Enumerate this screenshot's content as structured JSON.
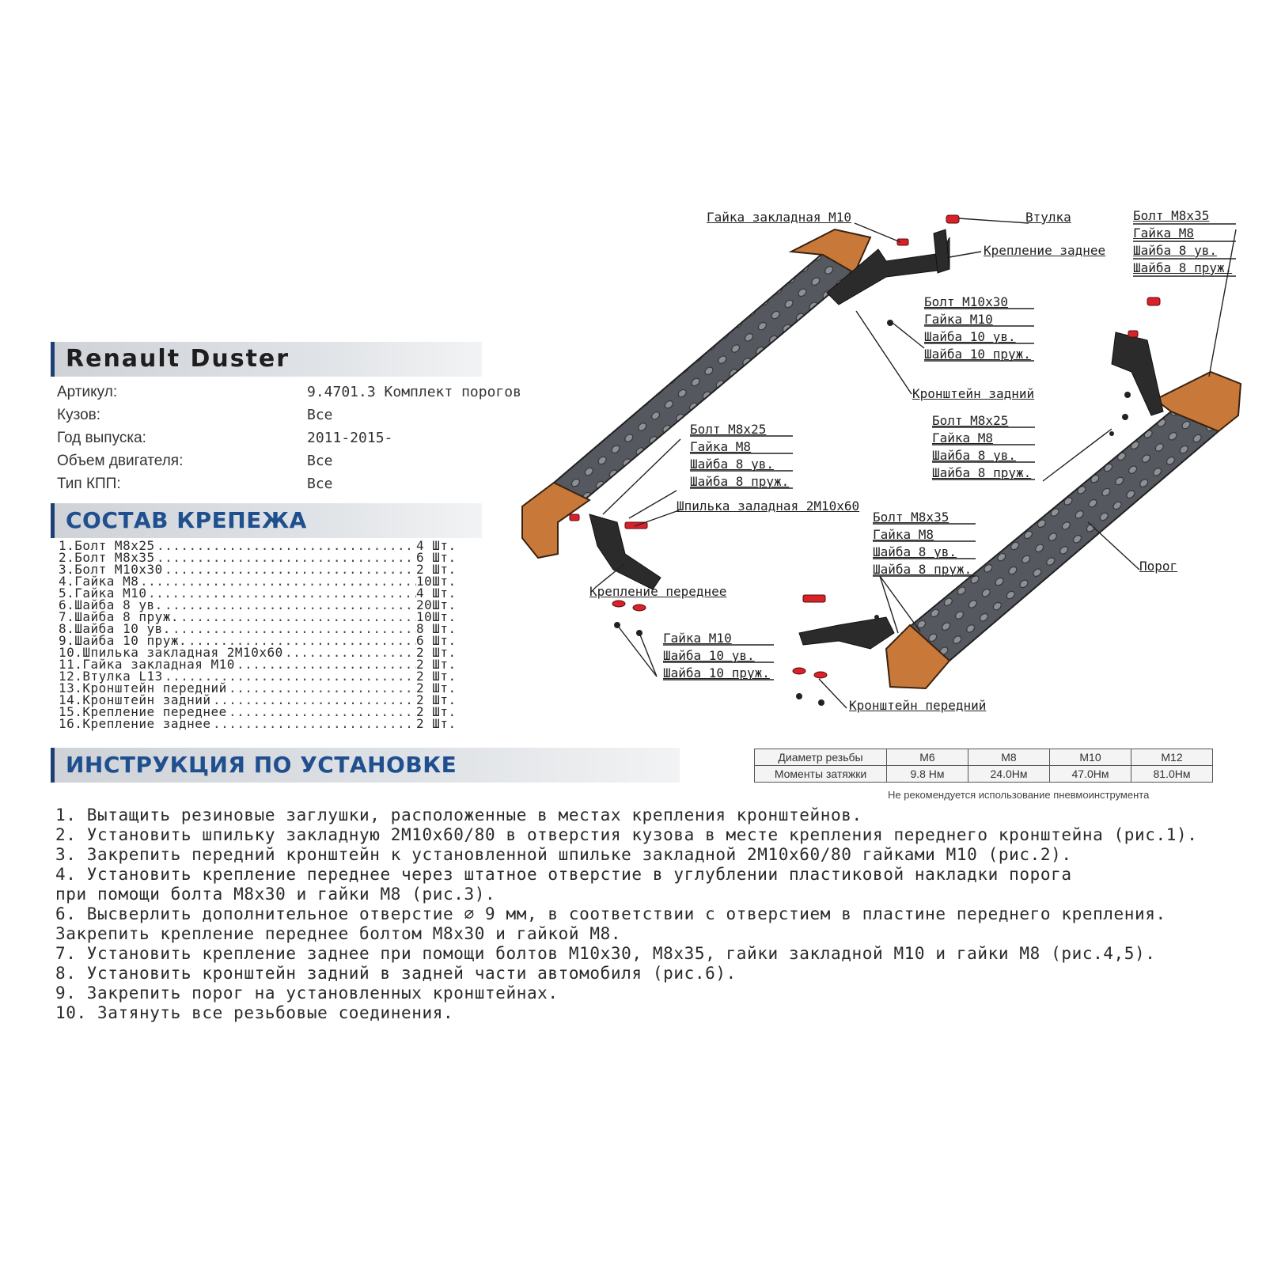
{
  "model": "Renault Duster",
  "specs": [
    {
      "label": "Артикул:",
      "value": "9.4701.3 Комплект порогов"
    },
    {
      "label": "Кузов:",
      "value": "Все"
    },
    {
      "label": "Год выпуска:",
      "value": "2011-2015-"
    },
    {
      "label": "Объем двигателя:",
      "value": "Все"
    },
    {
      "label": "Тип КПП:",
      "value": "Все"
    }
  ],
  "fasteners": {
    "title": "СОСТАВ КРЕПЕЖА",
    "items": [
      {
        "name": "1.Болт М8х25",
        "qty": "4  Шт."
      },
      {
        "name": "2.Болт М8х35",
        "qty": "6  Шт."
      },
      {
        "name": "3.Болт М10х30",
        "qty": "2  Шт."
      },
      {
        "name": "4.Гайка М8",
        "qty": "10Шт."
      },
      {
        "name": "5.Гайка М10",
        "qty": "4  Шт."
      },
      {
        "name": "6.Шайба 8 ув.",
        "qty": "20Шт."
      },
      {
        "name": "7.Шайба 8 пруж.",
        "qty": "10Шт."
      },
      {
        "name": "8.Шайба 10 ув.",
        "qty": "8  Шт."
      },
      {
        "name": "9.Шайба 10 пруж.",
        "qty": "6  Шт."
      },
      {
        "name": "10.Шпилька закладная 2М10х60",
        "qty": "2  Шт."
      },
      {
        "name": "11.Гайка закладная М10",
        "qty": "2  Шт."
      },
      {
        "name": "12.Втулка L13",
        "qty": "2  Шт."
      },
      {
        "name": "13.Кронштейн передний",
        "qty": "2  Шт."
      },
      {
        "name": "14.Кронштейн задний",
        "qty": "2  Шт."
      },
      {
        "name": "15.Крепление переднее",
        "qty": "2  Шт."
      },
      {
        "name": "16.Крепление заднее",
        "qty": "2  Шт."
      }
    ]
  },
  "instructions": {
    "title": "ИНСТРУКЦИЯ ПО УСТАНОВКЕ",
    "steps": [
      "1. Вытащить резиновые заглушки, расположенные в местах крепления кронштейнов.",
      "2. Установить шпильку закладную 2М10х60/80 в отверстия кузова в месте крепления  переднего кронштейна (рис.1).",
      "3. Закрепить передний кронштейн к установленной шпильке закладной 2М10х60/80 гайками М10 (рис.2).",
      "4. Установить крепление переднее через штатное отверстие в углублении пластиковой накладки порога",
      "при помощи болта М8х30 и гайки М8 (рис.3).",
      "6. Высверлить дополнительное отверстие  ∅ 9 мм, в соответствии с отверстием в пластине переднего крепления.",
      "Закрепить крепление переднее болтом М8х30 и гайкой М8.",
      "7. Установить крепление заднее при помощи болтов М10х30, М8х35, гайки закладной М10 и гайки М8 (рис.4,5).",
      "8. Установить кронштейн задний в задней части автомобиля (рис.6).",
      "9. Закрепить порог на установленных кронштейнах.",
      "10. Затянуть все резьбовые соединения."
    ]
  },
  "torque": {
    "row1_label": "Диаметр резьбы",
    "row2_label": "Моменты затяжки",
    "sizes": [
      "М6",
      "М8",
      "М10",
      "М12"
    ],
    "values": [
      "9.8 Нм",
      "24.0Нм",
      "47.0Нм",
      "81.0Нм"
    ],
    "note": "Не рекомендуется использование пневмоинструмента"
  },
  "diagram": {
    "labels": {
      "nut_emb_m10": "Гайка закладная М10",
      "bushing": "Втулка",
      "rear_mount": "Крепление заднее",
      "r_bolt_m8x35": "Болт М8х35",
      "r_nut_m8": "Гайка М8",
      "r_washer_8_uv": "Шайба 8 ув.",
      "r_washer_8_spring": "Шайба 8 пруж.",
      "bolt_m10x30": "Болт М10х30",
      "nut_m10_a": "Гайка М10",
      "washer_10_uv_a": "Шайба 10 ув.",
      "washer_10_spring_a": "Шайба 10 пруж.",
      "rear_bracket": "Кронштейн задний",
      "l_bolt_m8x25": "Болт М8х25",
      "l_nut_m8": "Гайка М8",
      "l_washer_8_uv": "Шайба 8 ув.",
      "l_washer_8_spring": "Шайба 8 пруж.",
      "m_bolt_m8x25": "Болт М8х25",
      "m_nut_m8": "Гайка М8",
      "m_washer_8_uv": "Шайба 8 ув.",
      "m_washer_8_spring": "Шайба 8 пруж.",
      "stud": "Шпилька заладная 2М10х60",
      "b_bolt_m8x35": "Болт М8х35",
      "b_nut_m8": "Гайка М8",
      "b_washer_8_uv": "Шайба 8 ув.",
      "b_washer_8_spring": "Шайба 8 пруж.",
      "sill": "Порог",
      "front_mount": "Крепление переднее",
      "nut_m10_b": "Гайка М10",
      "washer_10_uv_b": "Шайба 10 ув.",
      "washer_10_spring_b": "Шайба 10 пруж.",
      "front_bracket": "Кронштейн передний"
    },
    "colors": {
      "orange": "#c8793a",
      "dark_step": "#4a4d52",
      "bracket": "#2b2b2b",
      "red_part": "#d8222a"
    }
  }
}
